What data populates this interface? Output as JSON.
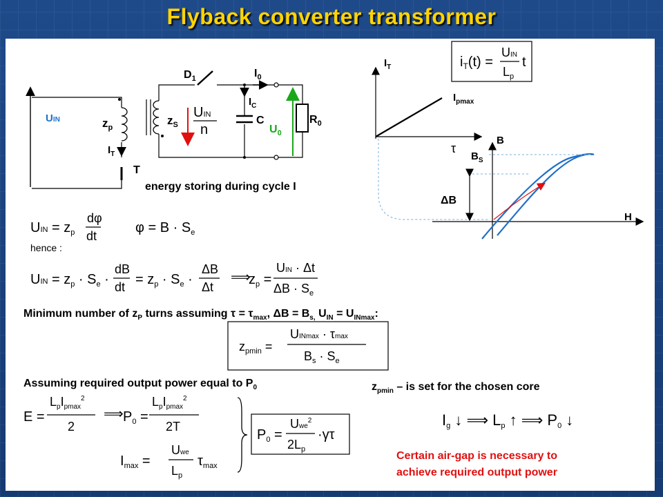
{
  "title": "Flyback converter transformer",
  "circuit": {
    "u_in": "U",
    "u_in_sub": "IN",
    "zp": "z",
    "zp_sub": "p",
    "zs": "z",
    "zs_sub": "S",
    "it": "I",
    "it_sub": "T",
    "t": "T",
    "d1": "D",
    "d1_sub": "1",
    "i0": "I",
    "i0_sub": "0",
    "ic": "I",
    "ic_sub": "C",
    "c": "C",
    "r0": "R",
    "r0_sub": "0",
    "u0": "U",
    "u0_sub": "0",
    "ratio_num": "U",
    "ratio_num_sub": "IN",
    "ratio_den": "n",
    "caption": "energy storing during cycle I"
  },
  "current_plot": {
    "axis_label": "I",
    "axis_sub": "T",
    "peak": "I",
    "peak_sub": "pmax",
    "tau": "τ",
    "formula_lhs": "i",
    "formula_lhs_sub": "T",
    "formula_arg": "(t)",
    "formula_num": "U",
    "formula_num_sub": "IN",
    "formula_t": "t",
    "formula_den": "L",
    "formula_den_sub": "p"
  },
  "bh_plot": {
    "b": "B",
    "h": "H",
    "bs": "B",
    "bs_sub": "S",
    "delta_b": "ΔB"
  },
  "equations": {
    "hence": "hence :",
    "min_turns_text": "Minimum number of z",
    "min_turns_sub_p": "P",
    "min_turns_text2": " turns assuming  τ = τ",
    "min_turns_sub_max": "max",
    "min_turns_text3": ", ΔB = B",
    "min_turns_sub_s": "s,",
    "min_turns_text4": " U",
    "min_turns_sub_in": "IN",
    "min_turns_text5": " = U",
    "min_turns_sub_inmax": "INmax",
    "min_turns_text6": ":",
    "power_text": "Assuming required output power equal to P",
    "power_sub": "0",
    "zpmin_text1": "z",
    "zpmin_sub": "pmin",
    "zpmin_text2": " – is set for the chosen core",
    "airgap_line1": "Certain air-gap is necessary to",
    "airgap_line2": "achieve required output power"
  },
  "colors": {
    "title": "#ffd400",
    "red_note": "#e01010",
    "green_arrow": "#1aa81a",
    "red_arrow": "#e01010",
    "bh_loop": "#1f6fc8",
    "dashed": "#7ab0d8"
  }
}
